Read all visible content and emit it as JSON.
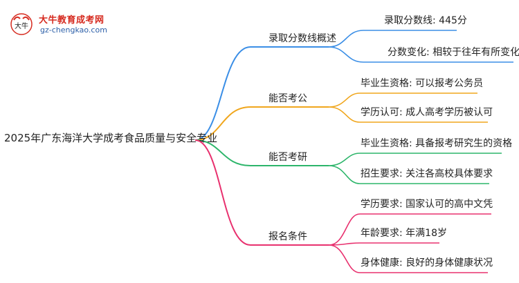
{
  "logo": {
    "title": "大牛教育成考网",
    "url": "gz-chengkao.com",
    "mark_text": "大牛"
  },
  "root": {
    "label": "2025年广东海洋大学成考食品质量与安全专业"
  },
  "branches": [
    {
      "label": "录取分数线概述",
      "color": "#3a8ee6",
      "leaves": [
        "录取分数线: 445分",
        "分数变化: 相较于往年有所变化"
      ]
    },
    {
      "label": "能否考公",
      "color": "#f0a61c",
      "leaves": [
        "毕业生资格: 可以报考公务员",
        "学历认可: 成人高考学历被认可"
      ]
    },
    {
      "label": "能否考研",
      "color": "#2cb56a",
      "leaves": [
        "毕业生资格: 具备报考研究生的资格",
        "招生要求: 关注各高校具体要求"
      ]
    },
    {
      "label": "报名条件",
      "color": "#e8306e",
      "leaves": [
        "学历要求: 国家认可的高中文凭",
        "年龄要求: 年满18岁",
        "身体健康: 良好的身体健康状况"
      ]
    }
  ]
}
